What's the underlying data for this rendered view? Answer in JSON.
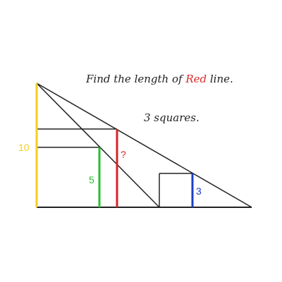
{
  "title": {
    "prefix": "Find the length of ",
    "highlight": "Red",
    "suffix": " line."
  },
  "subtitle": "3 squares.",
  "labels": {
    "yellow": "10",
    "green": "5",
    "red": "?",
    "blue": "3"
  },
  "colors": {
    "yellow": "#f2cf1c",
    "green": "#24c22e",
    "red": "#d6232a",
    "blue": "#1b3fc4",
    "line": "#222222",
    "highlight": "#d92b2b"
  }
}
